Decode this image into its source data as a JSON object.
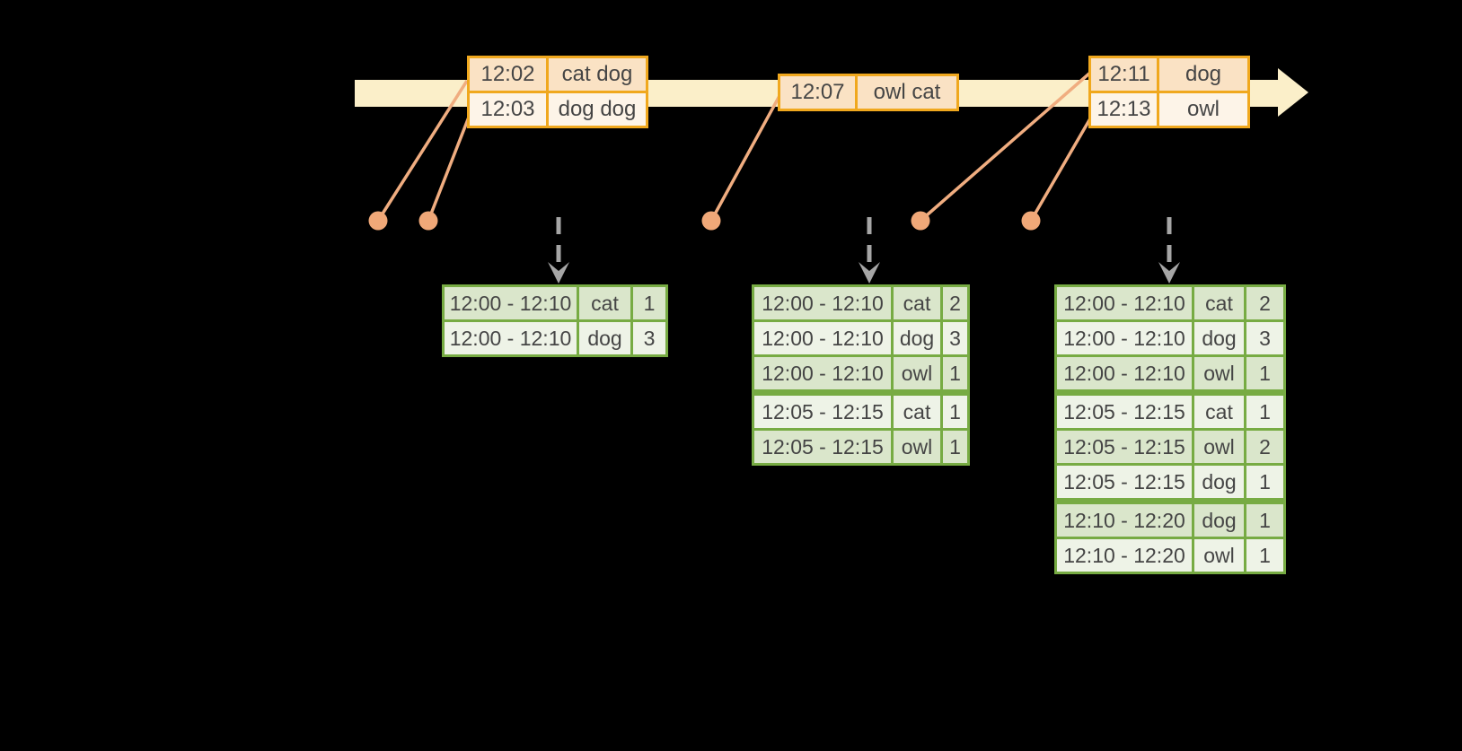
{
  "colors": {
    "background": "#000000",
    "bar": "#FBEFC9",
    "orange_border": "#F0A81E",
    "peach": "#FAE2C4",
    "cream": "#FDF4E8",
    "connector": "#F0AD80",
    "dot": "#F0A878",
    "gray": "#A6A6A6",
    "green_border": "#77AB43",
    "green_dark": "#DAE6CB",
    "green_light": "#EEF3E7",
    "text": "#454545"
  },
  "event_tables": [
    {
      "rows": [
        {
          "time": "12:02",
          "words": "cat dog"
        },
        {
          "time": "12:03",
          "words": "dog dog"
        }
      ]
    },
    {
      "rows": [
        {
          "time": "12:07",
          "words": "owl cat"
        }
      ]
    },
    {
      "rows": [
        {
          "time": "12:11",
          "words": "dog"
        },
        {
          "time": "12:13",
          "words": "owl"
        }
      ]
    }
  ],
  "result_tables": [
    {
      "rows": [
        {
          "window": "12:00 - 12:10",
          "word": "cat",
          "count": "1"
        },
        {
          "window": "12:00 - 12:10",
          "word": "dog",
          "count": "3"
        }
      ]
    },
    {
      "rows": [
        {
          "window": "12:00 - 12:10",
          "word": "cat",
          "count": "2"
        },
        {
          "window": "12:00 - 12:10",
          "word": "dog",
          "count": "3"
        },
        {
          "window": "12:00 - 12:10",
          "word": "owl",
          "count": "1"
        },
        {
          "window": "12:05 - 12:15",
          "word": "cat",
          "count": "1"
        },
        {
          "window": "12:05 - 12:15",
          "word": "owl",
          "count": "1"
        }
      ]
    },
    {
      "rows": [
        {
          "window": "12:00 - 12:10",
          "word": "cat",
          "count": "2"
        },
        {
          "window": "12:00 - 12:10",
          "word": "dog",
          "count": "3"
        },
        {
          "window": "12:00 - 12:10",
          "word": "owl",
          "count": "1"
        },
        {
          "window": "12:05 - 12:15",
          "word": "cat",
          "count": "1"
        },
        {
          "window": "12:05 - 12:15",
          "word": "owl",
          "count": "2"
        },
        {
          "window": "12:05 - 12:15",
          "word": "dog",
          "count": "1"
        },
        {
          "window": "12:10 - 12:20",
          "word": "dog",
          "count": "1"
        },
        {
          "window": "12:10 - 12:20",
          "word": "owl",
          "count": "1"
        }
      ]
    }
  ]
}
